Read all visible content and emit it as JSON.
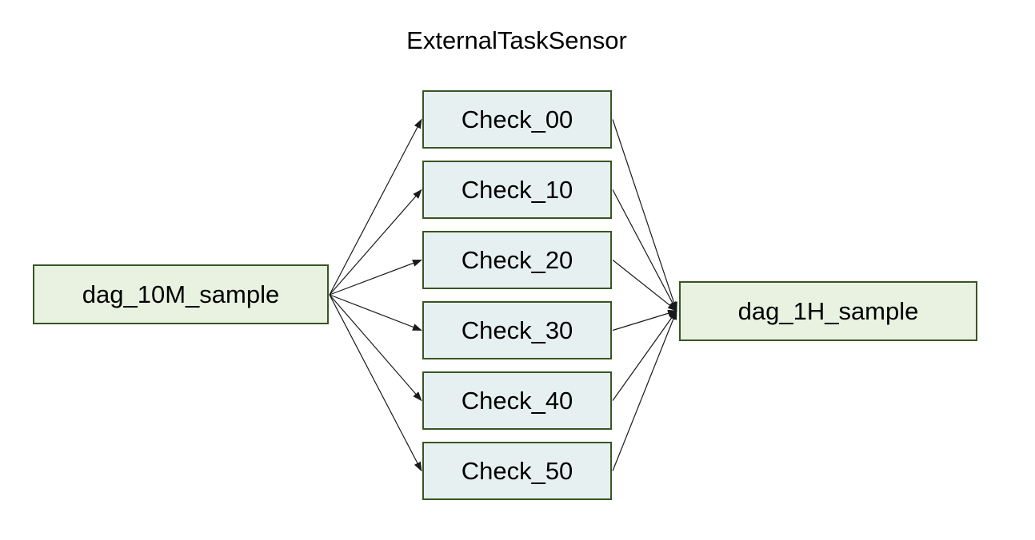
{
  "diagram": {
    "title": "ExternalTaskSensor",
    "source_node": {
      "label": "dag_10M_sample"
    },
    "sensor_nodes": [
      {
        "label": "Check_00"
      },
      {
        "label": "Check_10"
      },
      {
        "label": "Check_20"
      },
      {
        "label": "Check_30"
      },
      {
        "label": "Check_40"
      },
      {
        "label": "Check_50"
      }
    ],
    "target_node": {
      "label": "dag_1H_sample"
    },
    "edges": [
      {
        "from": "dag_10M_sample",
        "to": "Check_00"
      },
      {
        "from": "dag_10M_sample",
        "to": "Check_10"
      },
      {
        "from": "dag_10M_sample",
        "to": "Check_20"
      },
      {
        "from": "dag_10M_sample",
        "to": "Check_30"
      },
      {
        "from": "dag_10M_sample",
        "to": "Check_40"
      },
      {
        "from": "dag_10M_sample",
        "to": "Check_50"
      },
      {
        "from": "Check_00",
        "to": "dag_1H_sample"
      },
      {
        "from": "Check_10",
        "to": "dag_1H_sample"
      },
      {
        "from": "Check_20",
        "to": "dag_1H_sample"
      },
      {
        "from": "Check_30",
        "to": "dag_1H_sample"
      },
      {
        "from": "Check_40",
        "to": "dag_1H_sample"
      },
      {
        "from": "Check_50",
        "to": "dag_1H_sample"
      }
    ],
    "colors": {
      "background": "#ffffff",
      "dag_node_fill": "#e9f2e1",
      "sensor_node_fill": "#e7f0f0",
      "node_border": "#375623",
      "arrow": "#1a1a1a",
      "text": "#000000"
    }
  }
}
